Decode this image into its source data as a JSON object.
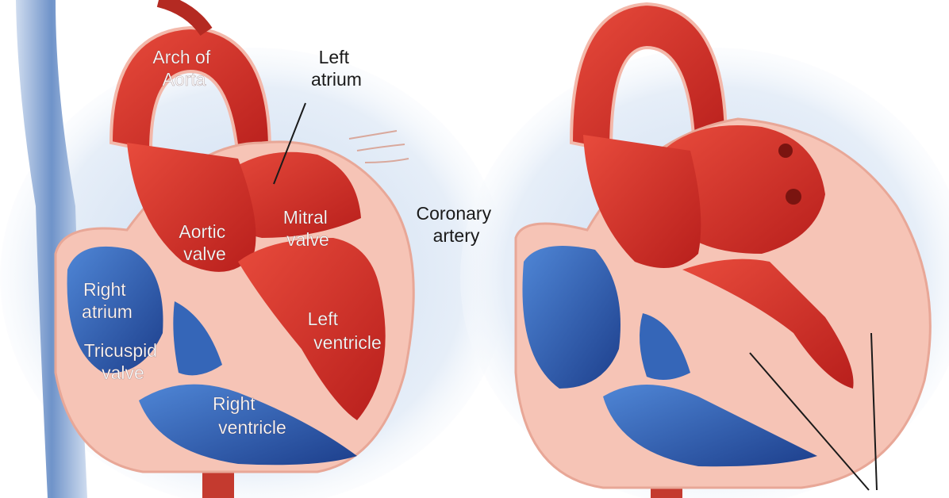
{
  "labels": {
    "arch_of_aorta": [
      "Arch of",
      "Aorta"
    ],
    "left_atrium": [
      "Left",
      "atrium"
    ],
    "coronary_artery": [
      "Coronary",
      "artery"
    ],
    "aortic_valve": [
      "Aortic",
      "valve"
    ],
    "mitral_valve": [
      "Mitral",
      "valve"
    ],
    "right_atrium": [
      "Right",
      "atrium"
    ],
    "tricuspid_valve": [
      "Tricuspid",
      "valve"
    ],
    "left_ventricle": [
      "Left",
      "ventricle"
    ],
    "right_ventricle": [
      "Right",
      "ventricle"
    ]
  },
  "colors": {
    "oxygenated": "#d8322c",
    "deoxygenated": "#2f5fb0",
    "tissue": "#f6c4b6",
    "halo": "#dfe9f5"
  }
}
